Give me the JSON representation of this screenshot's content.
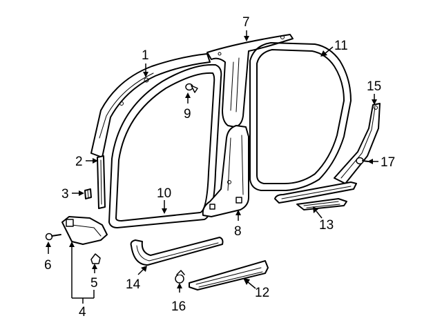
{
  "colors": {
    "line": "#000000",
    "background": "#ffffff"
  },
  "callouts": {
    "c1": "1",
    "c2": "2",
    "c3": "3",
    "c4": "4",
    "c5": "5",
    "c6": "6",
    "c7": "7",
    "c8": "8",
    "c9": "9",
    "c10": "10",
    "c11": "11",
    "c12": "12",
    "c13": "13",
    "c14": "14",
    "c15": "15",
    "c16": "16",
    "c17": "17"
  }
}
